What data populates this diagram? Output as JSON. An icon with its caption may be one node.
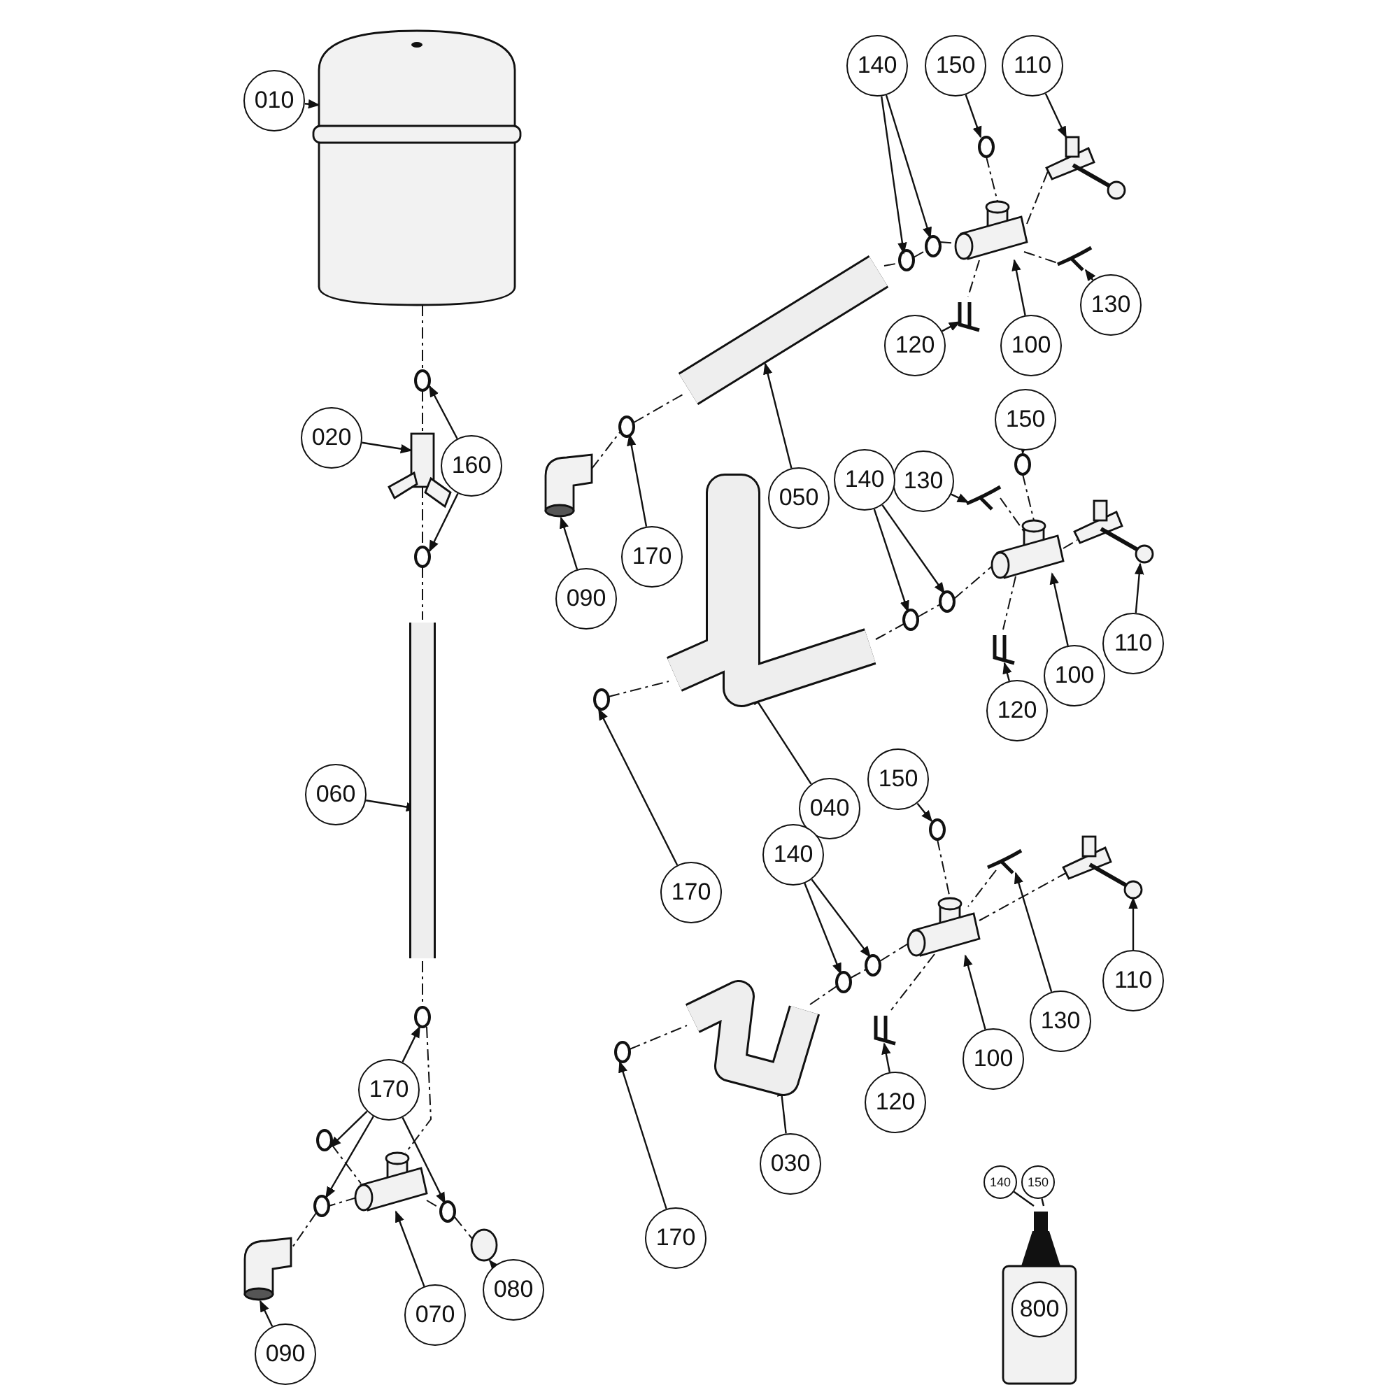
{
  "diagram": {
    "nodes": [
      {
        "text": [
          "010"
        ]
      },
      {
        "text": [
          "020"
        ]
      },
      {
        "text": [
          "160"
        ]
      },
      {
        "text": [
          "060"
        ]
      },
      {
        "text": [
          "170"
        ]
      },
      {
        "text": [
          "090"
        ]
      },
      {
        "text": [
          "070"
        ]
      },
      {
        "text": [
          "080"
        ]
      },
      {
        "text": [
          "140"
        ]
      },
      {
        "text": [
          "150"
        ]
      },
      {
        "text": [
          "110"
        ]
      },
      {
        "text": [
          "090"
        ]
      },
      {
        "text": [
          "170"
        ]
      },
      {
        "text": [
          "050"
        ]
      },
      {
        "text": [
          "120"
        ]
      },
      {
        "text": [
          "100"
        ]
      },
      {
        "text": [
          "130"
        ]
      },
      {
        "text": [
          "150"
        ]
      },
      {
        "text": [
          "130"
        ]
      },
      {
        "text": [
          "140"
        ]
      },
      {
        "text": [
          "110"
        ]
      },
      {
        "text": [
          "100"
        ]
      },
      {
        "text": [
          "120"
        ]
      },
      {
        "text": [
          "040"
        ]
      },
      {
        "text": [
          "170"
        ]
      },
      {
        "text": [
          "150"
        ]
      },
      {
        "text": [
          "140"
        ]
      },
      {
        "text": [
          "130"
        ]
      },
      {
        "text": [
          "110"
        ]
      },
      {
        "text": [
          "100"
        ]
      },
      {
        "text": [
          "120"
        ]
      },
      {
        "text": [
          "030"
        ]
      },
      {
        "text": [
          "170"
        ]
      },
      {
        "text": [
          "140"
        ]
      },
      {
        "text": [
          "150"
        ]
      },
      {
        "text": [],
        "shape": "picture"
      },
      {
        "text": [
          "800"
        ],
        "in": 35
      },
      {
        "text": [],
        "shape": "picture"
      },
      {
        "text": [],
        "shape": "picture"
      },
      {
        "text": [],
        "shape": "circle"
      },
      {
        "text": [],
        "shape": "circle"
      },
      {
        "text": [],
        "shape": "picture"
      },
      {
        "text": [],
        "shape": "circle"
      },
      {
        "text": [],
        "shape": "circle"
      },
      {
        "text": [],
        "shape": "circle"
      },
      {
        "text": [],
        "shape": "circle"
      },
      {
        "text": [],
        "shape": "picture"
      },
      {
        "text": [],
        "shape": "picture"
      },
      {
        "text": [],
        "shape": "circle"
      },
      {
        "text": [],
        "shape": "picture"
      },
      {
        "text": [],
        "shape": "circle"
      },
      {
        "text": [],
        "shape": "picture"
      },
      {
        "text": [],
        "shape": "circle"
      },
      {
        "text": [],
        "shape": "circle"
      },
      {
        "text": [],
        "shape": "picture"
      },
      {
        "text": [],
        "shape": "circle"
      },
      {
        "text": [],
        "shape": "picture"
      },
      {
        "text": [],
        "shape": "picture"
      },
      {
        "text": [],
        "shape": "picture"
      },
      {
        "text": [],
        "shape": "circle"
      },
      {
        "text": [],
        "shape": "picture"
      },
      {
        "text": [],
        "shape": "circle"
      },
      {
        "text": [],
        "shape": "circle"
      },
      {
        "text": [],
        "shape": "picture"
      },
      {
        "text": [],
        "shape": "circle"
      },
      {
        "text": [],
        "shape": "picture"
      },
      {
        "text": [],
        "shape": "picture"
      },
      {
        "text": [],
        "shape": "picture"
      },
      {
        "text": [],
        "shape": "circle"
      },
      {
        "text": [],
        "shape": "picture"
      },
      {
        "text": [],
        "shape": "circle"
      },
      {
        "text": [],
        "shape": "circle"
      },
      {
        "text": [],
        "shape": "picture"
      },
      {
        "text": [],
        "shape": "circle"
      },
      {
        "text": [],
        "shape": "picture"
      },
      {
        "text": [],
        "shape": "picture"
      },
      {
        "text": [],
        "shape": "picture"
      }
    ],
    "edges": [
      {
        "from": 0,
        "to": 37,
        "arrow": "to"
      },
      {
        "from": 1,
        "to": 38,
        "arrow": "to"
      },
      {
        "from": 2,
        "to": 39,
        "arrow": "to"
      },
      {
        "from": 2,
        "to": 40,
        "arrow": "to"
      },
      {
        "from": 3,
        "to": 41,
        "arrow": "to"
      },
      {
        "from": 4,
        "to": 42,
        "arrow": "to"
      },
      {
        "from": 4,
        "to": 43,
        "arrow": "to"
      },
      {
        "from": 4,
        "to": 44,
        "arrow": "to"
      },
      {
        "from": 4,
        "to": 45,
        "arrow": "to"
      },
      {
        "from": 5,
        "to": 47,
        "arrow": "to"
      },
      {
        "from": 6,
        "to": 46,
        "arrow": "to"
      },
      {
        "from": 7,
        "to": 48,
        "arrow": "to"
      },
      {
        "from": 8,
        "to": 52,
        "arrow": "to"
      },
      {
        "from": 8,
        "to": 53,
        "arrow": "to"
      },
      {
        "from": 9,
        "to": 55,
        "arrow": "to"
      },
      {
        "from": 10,
        "to": 56,
        "arrow": "to"
      },
      {
        "from": 11,
        "to": 49,
        "arrow": "to"
      },
      {
        "from": 12,
        "to": 50,
        "arrow": "to"
      },
      {
        "from": 13,
        "to": 51,
        "arrow": "to"
      },
      {
        "from": 14,
        "to": 58,
        "arrow": "to"
      },
      {
        "from": 15,
        "to": 54,
        "arrow": "to"
      },
      {
        "from": 16,
        "to": 57,
        "arrow": "to"
      },
      {
        "from": 17,
        "to": 64,
        "arrow": "to"
      },
      {
        "from": 18,
        "to": 66,
        "arrow": "to"
      },
      {
        "from": 19,
        "to": 61,
        "arrow": "to"
      },
      {
        "from": 19,
        "to": 62,
        "arrow": "to"
      },
      {
        "from": 20,
        "to": 65,
        "arrow": "to"
      },
      {
        "from": 21,
        "to": 63,
        "arrow": "to"
      },
      {
        "from": 22,
        "to": 67,
        "arrow": "to"
      },
      {
        "from": 23,
        "to": 60,
        "arrow": "to"
      },
      {
        "from": 24,
        "to": 59,
        "arrow": "to"
      },
      {
        "from": 25,
        "to": 73,
        "arrow": "to"
      },
      {
        "from": 26,
        "to": 70,
        "arrow": "to"
      },
      {
        "from": 26,
        "to": 71,
        "arrow": "to"
      },
      {
        "from": 27,
        "to": 75,
        "arrow": "to"
      },
      {
        "from": 28,
        "to": 74,
        "arrow": "to"
      },
      {
        "from": 29,
        "to": 72,
        "arrow": "to"
      },
      {
        "from": 30,
        "to": 76,
        "arrow": "to"
      },
      {
        "from": 31,
        "to": 69,
        "arrow": "to"
      },
      {
        "from": 32,
        "to": 68,
        "arrow": "to"
      },
      {
        "from": 33,
        "to": 35,
        "arrow": "none"
      },
      {
        "from": 34,
        "to": 35,
        "arrow": "none"
      },
      {
        "from": 37,
        "to": 39,
        "arrow": "none",
        "style": "dashed"
      },
      {
        "from": 39,
        "to": 38,
        "arrow": "none",
        "style": "dashed"
      },
      {
        "from": 38,
        "to": 40,
        "arrow": "none",
        "style": "dashed"
      },
      {
        "from": 40,
        "to": 41,
        "arrow": "none",
        "style": "dashed"
      },
      {
        "from": 41,
        "to": 42,
        "arrow": "none",
        "style": "dashed"
      },
      {
        "from": 42,
        "to": 46,
        "arrow": "none",
        "style": "dashed"
      },
      {
        "from": 43,
        "to": 46,
        "arrow": "none",
        "style": "dashed"
      },
      {
        "from": 46,
        "to": 44,
        "arrow": "none",
        "style": "dashed"
      },
      {
        "from": 44,
        "to": 47,
        "arrow": "none",
        "style": "dashed"
      },
      {
        "from": 46,
        "to": 45,
        "arrow": "none",
        "style": "dashed"
      },
      {
        "from": 45,
        "to": 48,
        "arrow": "none",
        "style": "dashed"
      },
      {
        "from": 49,
        "to": 50,
        "arrow": "none",
        "style": "dashed"
      },
      {
        "from": 50,
        "to": 51,
        "arrow": "none",
        "style": "dashed"
      },
      {
        "from": 51,
        "to": 52,
        "arrow": "none",
        "style": "dashed"
      },
      {
        "from": 52,
        "to": 53,
        "arrow": "none",
        "style": "dashed"
      },
      {
        "from": 53,
        "to": 54,
        "arrow": "none",
        "style": "dashed"
      },
      {
        "from": 54,
        "to": 56,
        "arrow": "none",
        "style": "dashed"
      },
      {
        "from": 55,
        "to": 54,
        "arrow": "none",
        "style": "dashed"
      },
      {
        "from": 54,
        "to": 58,
        "arrow": "none",
        "style": "dashed"
      },
      {
        "from": 54,
        "to": 57,
        "arrow": "none",
        "style": "dashed"
      },
      {
        "from": 59,
        "to": 60,
        "arrow": "none",
        "style": "dashed"
      },
      {
        "from": 60,
        "to": 61,
        "arrow": "none",
        "style": "dashed"
      },
      {
        "from": 61,
        "to": 62,
        "arrow": "none",
        "style": "dashed"
      },
      {
        "from": 62,
        "to": 63,
        "arrow": "none",
        "style": "dashed"
      },
      {
        "from": 63,
        "to": 65,
        "arrow": "none",
        "style": "dashed"
      },
      {
        "from": 64,
        "to": 63,
        "arrow": "none",
        "style": "dashed"
      },
      {
        "from": 63,
        "to": 67,
        "arrow": "none",
        "style": "dashed"
      },
      {
        "from": 66,
        "to": 63,
        "arrow": "none",
        "style": "dashed"
      },
      {
        "from": 68,
        "to": 69,
        "arrow": "none",
        "style": "dashed"
      },
      {
        "from": 69,
        "to": 70,
        "arrow": "none",
        "style": "dashed"
      },
      {
        "from": 70,
        "to": 71,
        "arrow": "none",
        "style": "dashed"
      },
      {
        "from": 71,
        "to": 72,
        "arrow": "none",
        "style": "dashed"
      },
      {
        "from": 72,
        "to": 74,
        "arrow": "none",
        "style": "dashed"
      },
      {
        "from": 73,
        "to": 72,
        "arrow": "none",
        "style": "dashed"
      },
      {
        "from": 72,
        "to": 76,
        "arrow": "none",
        "style": "dashed"
      },
      {
        "from": 75,
        "to": 72,
        "arrow": "none",
        "style": "dashed"
      }
    ]
  }
}
